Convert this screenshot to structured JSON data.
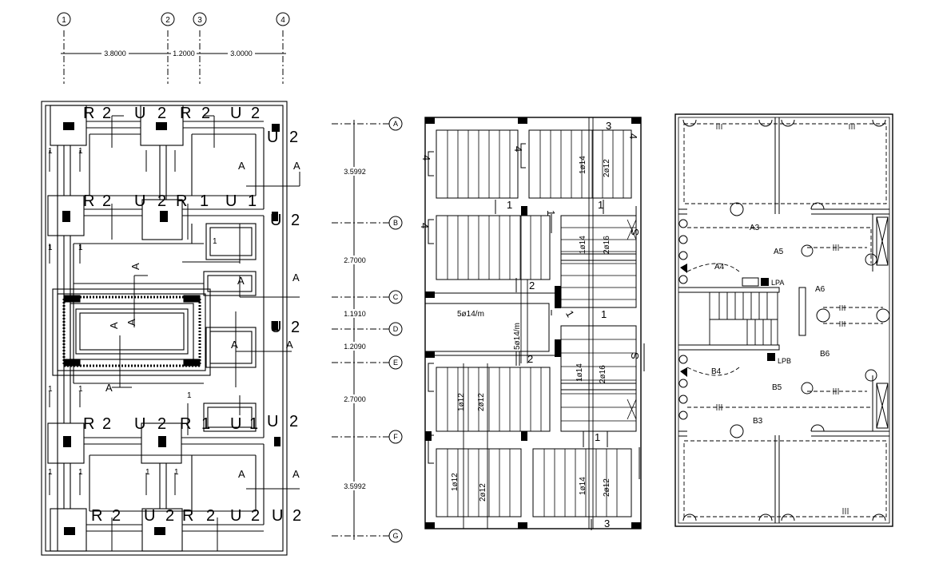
{
  "grid_top": {
    "bubbles": [
      "1",
      "2",
      "3",
      "4"
    ],
    "dims": [
      "3.8000",
      "1.2000",
      "3.0000"
    ]
  },
  "grid_side": {
    "bubbles": [
      "A",
      "B",
      "C",
      "D",
      "E",
      "F",
      "G"
    ],
    "dims": [
      "3.5992",
      "2.7000",
      "1.1910",
      "1.2090",
      "2.7000",
      "3.5992"
    ]
  },
  "foundation": {
    "row1_tags": [
      "R",
      "2",
      "U",
      "2",
      "R",
      "2",
      "U",
      "2"
    ],
    "row2_tags": [
      "R",
      "2",
      "U",
      "2",
      "R",
      "1",
      "U",
      "1"
    ],
    "row3_tags": [
      "R",
      "2",
      "U",
      "2",
      "R",
      "1",
      "U",
      "1"
    ],
    "row4_tags": [
      "R",
      "2",
      "U",
      "2",
      "R",
      "2",
      "U",
      "2",
      "U",
      "2"
    ],
    "side_u": [
      "U",
      "2",
      "U",
      "2",
      "U",
      "2",
      "U",
      "2"
    ],
    "section_a": [
      "A",
      "A",
      "A",
      "A",
      "A",
      "A",
      "A",
      "A",
      "A",
      "A",
      "A",
      "A"
    ],
    "one_marks": [
      "1",
      "1",
      "1",
      "1",
      "1",
      "1",
      "1",
      "1",
      "1",
      "1",
      "1",
      "1"
    ]
  },
  "slab": {
    "top_numbers": [
      "3",
      "4",
      "4",
      "4",
      "4",
      "1",
      "1",
      "1",
      "2",
      "1",
      "1",
      "2",
      "1",
      "3"
    ],
    "s_labels": [
      "S",
      "S"
    ],
    "rebar": [
      "1ø14",
      "2ø12",
      "1ø14",
      "2ø16",
      "5ø14/m",
      "5ø14/m",
      "1ø14",
      "2ø16",
      "1ø12",
      "2ø12",
      "1ø12",
      "2ø12",
      "1ø14",
      "2ø12"
    ]
  },
  "electrical": {
    "labels": [
      "A3",
      "A4",
      "A5",
      "A6",
      "B3",
      "B4",
      "B5",
      "B6",
      "LPA",
      "LPB"
    ]
  }
}
